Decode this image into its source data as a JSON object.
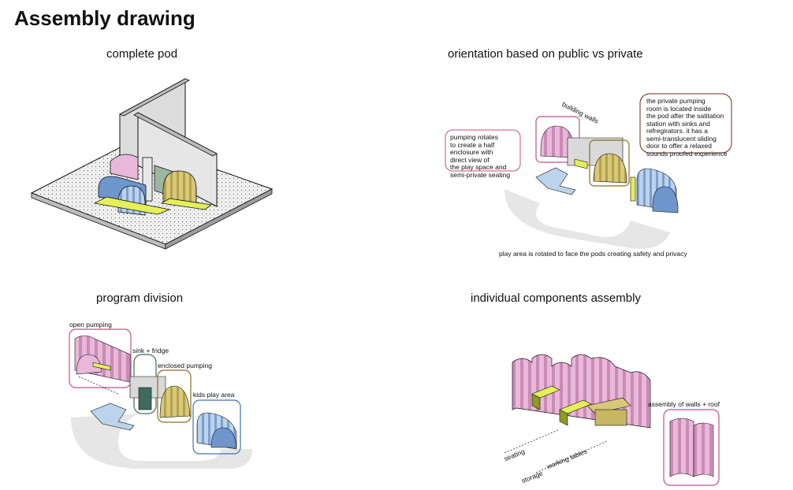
{
  "title": "Assembly drawing",
  "sections": {
    "complete_pod": "complete pod",
    "orientation": "orientation based on public vs private",
    "program_division": "program division",
    "components": "individual components assembly"
  },
  "annotations": {
    "building_walls": "building walls",
    "pumping_rotates": "pumping rotates\nto create a half\nenclosure with\ndirect view of\nthe play space and\nsemi-private seating",
    "private_room": "the private pumping\nroom is located inside\nthe pod after the satitation\nstation with sinks and\nrefregirators. it has a\nsemi-translucent sliding\ndoor to offer a relaxed\nsounds proofed experience",
    "play_area": "play area is rotated to face the pods creating safety and privacy",
    "open_pumping": "open pumping",
    "sink_fridge": "sink + fridge",
    "enclosed_pumping": "enclosed pumping",
    "kids_play_area": "kids play area",
    "walls_roof": "assembly of walls + roof",
    "seating": "seating",
    "storage": "storage",
    "working_tables": "working tables"
  },
  "colors": {
    "pink": "#e9b8d9",
    "yellow": "#e4ef5a",
    "olive": "#c7b760",
    "blue": "#6e95cc",
    "light_blue": "#bcd3ec",
    "green": "#9fb5a3",
    "dark_green": "#3f6b5a",
    "grey": "#e6e6e6",
    "wall": "#d9d9d9",
    "note_pink_border": "#c44f86",
    "note_brown_border": "#6b2e1c",
    "box_olive_border": "#8c6d1c",
    "box_blue_border": "#3f72b3"
  }
}
